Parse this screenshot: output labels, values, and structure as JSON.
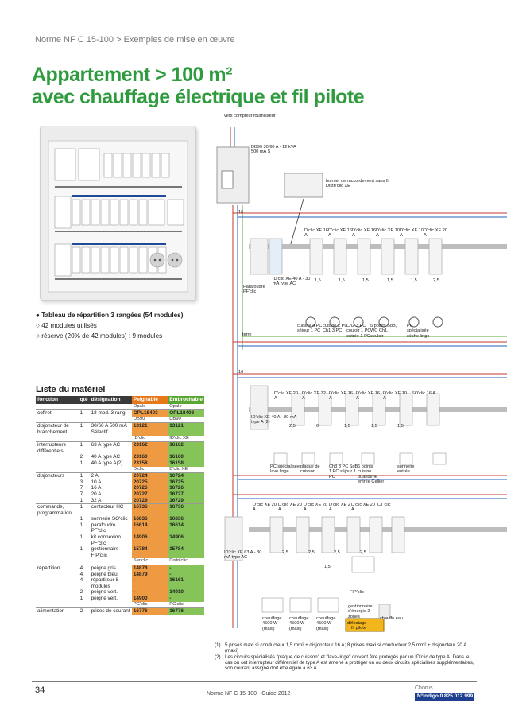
{
  "breadcrumb": "Norme NF C 15-100 > Exemples de mise en œuvre",
  "title": {
    "line1": "Appartement > 100 m²",
    "line2": "avec chauffage électrique et fil pilote"
  },
  "bullets": [
    "● Tableau de répartition 3 rangées (54 modules)",
    "○ 42 modules utilisés",
    "○ réserve (20% de 42 modules) : 9 modules"
  ],
  "list_title": "Liste du matériel",
  "table": {
    "headers": [
      "fonction",
      "qté",
      "désignation",
      "Peignable",
      "Embrochable"
    ],
    "rows": [
      {
        "type": "sub",
        "c": [
          "",
          "",
          "",
          "Opale",
          "Opale"
        ]
      },
      {
        "type": "row",
        "sep": true,
        "c": [
          "coffret",
          "1",
          "18 mod. 3 rang.",
          "OPL18403",
          "OPL18403"
        ]
      },
      {
        "type": "sub",
        "c": [
          "",
          "",
          "",
          "DB90",
          "DB90"
        ]
      },
      {
        "type": "row",
        "sep": true,
        "c": [
          "disjoncteur de branchement",
          "1",
          "30/60 A 500 mA Sélectif",
          "13121",
          "13121"
        ]
      },
      {
        "type": "sub",
        "c": [
          "",
          "",
          "",
          "ID'clic",
          "ID'clic XE"
        ]
      },
      {
        "type": "row",
        "sep": true,
        "c": [
          "interrupteurs différentiels",
          "1",
          "63 A type AC",
          "23162",
          "16162"
        ]
      },
      {
        "type": "row",
        "c": [
          "",
          "2",
          "40 A type AC",
          "23160",
          "16160"
        ]
      },
      {
        "type": "row",
        "c": [
          "",
          "1",
          "40 A type A(2)",
          "23158",
          "16158"
        ]
      },
      {
        "type": "sub",
        "c": [
          "",
          "",
          "",
          "D'clic",
          "D'clic XE"
        ]
      },
      {
        "type": "row",
        "sep": true,
        "c": [
          "disjoncteurs",
          "1",
          "2 A",
          "20724",
          "16724"
        ]
      },
      {
        "type": "row",
        "c": [
          "",
          "3",
          "10 A",
          "20725",
          "16725"
        ]
      },
      {
        "type": "row",
        "c": [
          "",
          "7",
          "16 A",
          "20726",
          "16726"
        ]
      },
      {
        "type": "row",
        "c": [
          "",
          "7",
          "20 A",
          "20727",
          "16727"
        ]
      },
      {
        "type": "row",
        "c": [
          "",
          "1",
          "32 A",
          "20729",
          "16729"
        ]
      },
      {
        "type": "row",
        "sep": true,
        "c": [
          "commande, programmation",
          "1",
          "contacteur HC",
          "16736",
          "16736"
        ]
      },
      {
        "type": "row",
        "c": [
          "",
          "1",
          "sonnerie SO'clic",
          "16836",
          "16836"
        ]
      },
      {
        "type": "row",
        "c": [
          "",
          "1",
          "parafoudre PF'clic",
          "16614",
          "16614"
        ]
      },
      {
        "type": "row",
        "c": [
          "",
          "1",
          "kit connexion PF'clic",
          "14906",
          "14906"
        ]
      },
      {
        "type": "row",
        "c": [
          "",
          "1",
          "gestionnaire FIP'clic",
          "15784",
          "15784"
        ]
      },
      {
        "type": "sub",
        "c": [
          "",
          "",
          "",
          "Ser'clic",
          "Distri'clic"
        ]
      },
      {
        "type": "row",
        "sep": true,
        "c": [
          "répartition",
          "4",
          "peigne gris",
          "14878",
          "-"
        ]
      },
      {
        "type": "row",
        "c": [
          "",
          "4",
          "peigne bleu",
          "14879",
          "-"
        ]
      },
      {
        "type": "row",
        "c": [
          "",
          "4",
          "répartiteur 8 modules",
          "-",
          "16161"
        ]
      },
      {
        "type": "row",
        "c": [
          "",
          "2",
          "peigne vert.",
          "-",
          "14910"
        ]
      },
      {
        "type": "row",
        "c": [
          "",
          "1",
          "peigne vert.",
          "14900",
          "-"
        ]
      },
      {
        "type": "sub",
        "c": [
          "",
          "",
          "",
          "PC'clic",
          "PC'clic"
        ]
      },
      {
        "type": "row",
        "sep": true,
        "c": [
          "alimentation",
          "2",
          "prises de courant",
          "16776",
          "16776"
        ]
      }
    ]
  },
  "diagram": {
    "top": "vers compteur fournisseur",
    "db90": "DB90 30/60 A - 12 kVA 500 mA S",
    "bornier": "bornier de raccordement sans fil Distri'clic XE",
    "sixteen": "16",
    "terre": "terre",
    "row1": {
      "id": "ID'clic XE 40 A - 30 mA type AC",
      "pf": "Parafoudre PF'clic",
      "breakers": [
        "D'clic XE 16 A",
        "D'clic XE 16 A",
        "D'clic XE 16 A",
        "D'clic XE 10 A",
        "D'clic XE 10 A",
        "D'clic XE 20 A"
      ],
      "sizes": [
        "1,5",
        "1,5",
        "1,5",
        "1,5",
        "1,5",
        "2,5"
      ],
      "loads": [
        "cuisine 4 PC séjour 1 PC",
        "cuisine 2 PC Ch1 3 PC",
        "Ch2 3 PC couloir 1 PC entrée 1 PC",
        "5 points SdB, WC Ch1, couloir",
        "PC spécialisée sèche linge"
      ]
    },
    "row2": {
      "id": "ID'clic XE 40 A - 30 mA type A (2)",
      "breakers": [
        "D'clic XE 20 A",
        "D'clic XE 32 A",
        "D'clic XE 16 A",
        "D'clic XE 16 A",
        "D'clic XE 10 A",
        "SO'clic 16 A"
      ],
      "sizes": [
        "2,5",
        "6",
        "1,5",
        "1,5",
        "1,5"
      ],
      "loads": [
        "PC spécialisée lave linge",
        "plaque de cuisson",
        "Ch3 3 PC SdB 1 PC séjour 1 PC",
        "6 points cuisine buanderie entrée Cellier",
        "sonnerie entrée"
      ]
    },
    "row3": {
      "id": "ID'clic XE 63 A - 30 mA type AC",
      "breakers": [
        "D'clic XE 20 A",
        "D'clic XE 20 A",
        "D'clic XE 20 A",
        "D'clic XE 2 A",
        "D'clic XE 20 A",
        "CT'clic"
      ],
      "sizes": [
        "2,5",
        "2,5",
        "2,5",
        "1,5",
        "2,5"
      ],
      "delest": "délestage",
      "fil": "fil pilote",
      "fip": "FIP'clic",
      "gestion": "gestionnaire d'énergie 2 zones",
      "loads": [
        "chauffage 4500 W (maxi)",
        "chauffage 4500 W (maxi)",
        "chauffage 4500 W (maxi)",
        "chauffe eau"
      ]
    }
  },
  "notes": [
    {
      "k": "(1)",
      "t": "5 prises maxi si conducteur 1,5 mm² + disjoncteur 16 A; 8 prises maxi si conducteur 2,5 mm² + disjoncteur 20 A (maxi)"
    },
    {
      "k": "(2)",
      "t": "Les circuits spécialisés \"plaque de cuisson\" et \"lave-linge\" doivent être protégés par un ID'clic de type A. Dans le cas où cet interrupteur différentiel de type A est amené à protéger un ou deux circuits spécialisés supplémentaires, son courant assigné doit être égale à 63 A."
    }
  ],
  "footer": {
    "page": "34",
    "center": "Norme NF C 15-100 - Guide 2012",
    "chorus": "Chorus",
    "indigo": "N°Indigo 0 825 012 999"
  }
}
